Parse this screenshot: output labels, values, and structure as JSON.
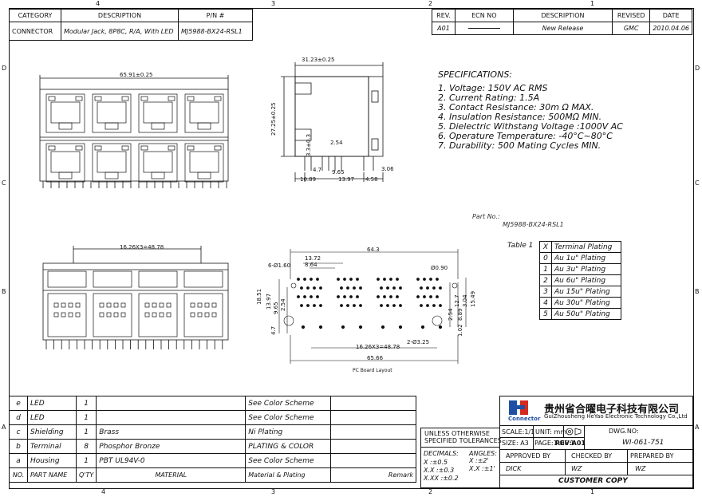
{
  "border_marks": {
    "top": [
      "4",
      "3",
      "2",
      "1"
    ],
    "bottom": [
      "4",
      "3",
      "2",
      "1"
    ],
    "left": [
      "D",
      "C",
      "B",
      "A"
    ],
    "right": [
      "D",
      "C",
      "B",
      "A"
    ]
  },
  "header": {
    "col_category": "CATEGORY",
    "col_description": "DESCRIPTION",
    "col_pn": "P/N #",
    "category": "CONNECTOR",
    "description": "Modular Jack, 8P8C, R/A, With LED",
    "pn": "MJ5988-BX24-RSL1"
  },
  "revision": {
    "headers": [
      "REV.",
      "ECN NO",
      "DESCRIPTION",
      "REVISED",
      "DATE"
    ],
    "row": [
      "A01",
      "",
      "New Release",
      "GMC",
      "2010.04.06"
    ]
  },
  "specs": {
    "title": "SPECIFICATIONS:",
    "items": [
      "1. Voltage: 150V AC RMS",
      "2. Current Rating: 1.5A",
      "3. Contact Resistance: 30m Ω MAX.",
      "4. Insulation Resistance: 500MΩ MIN.",
      "5. Dielectric Withstang Voltage :1000V AC",
      "6. Operature Temperature: -40°C~80°C",
      "7. Durability: 500 Mating Cycles MIN."
    ]
  },
  "part_no": {
    "label": "Part No.:",
    "value": "MJ5988-BX24-RSL1"
  },
  "plating_table": {
    "title": "Table 1",
    "headers": [
      "X",
      "Terminal Plating"
    ],
    "rows": [
      [
        "0",
        "Au 1u\" Plating"
      ],
      [
        "1",
        "Au 3u\" Plating"
      ],
      [
        "2",
        "Au 6u\" Plating"
      ],
      [
        "3",
        "Au 15u\" Plating"
      ],
      [
        "4",
        "Au 30u\" Plating"
      ],
      [
        "5",
        "Au 50u\" Plating"
      ]
    ]
  },
  "dims": {
    "front_width": "65.91±0.25",
    "front_pitch": "16.26X3=48.78",
    "side_width": "31.23±0.25",
    "side_height": "27.25±0.25",
    "side_3_3": "3.3±0.3",
    "side_2_54": "2.54",
    "side_4_7": "4.7",
    "side_9_65": "9.65",
    "side_3_06": "3.06",
    "side_10_89": "10.89",
    "side_13_97": "13.97",
    "side_4_58": "4.58",
    "pcb_64_3": "64.3",
    "pcb_13_72": "13.72",
    "pcb_8_64": "8.64",
    "pcb_6_hole": "6-Ø1.60",
    "pcb_0_90": "Ø0.90",
    "pcb_18_51": "18.51",
    "pcb_13_97": "13.97",
    "pcb_9_65": "9.65",
    "pcb_2_54": "2.54",
    "pcb_4_7": "4.7",
    "pcb_12_7": "12.7",
    "pcb_3_04": "3.04",
    "pcb_15_49": "15.49",
    "pcb_8_89": "8.89",
    "pcb_2_54b": "2.54",
    "pcb_1_02": "1.02",
    "pcb_2_hole": "2-Ø3.25",
    "pcb_pitch": "16.26X3=48.78",
    "pcb_65_66": "65.66",
    "pcb_caption": "PC Board Layout"
  },
  "bom": {
    "rows": [
      [
        "e",
        "LED",
        "1",
        "",
        "See Color Scheme"
      ],
      [
        "d",
        "LED",
        "1",
        "",
        "See Color Scheme"
      ],
      [
        "c",
        "Shielding",
        "1",
        "Brass",
        "Ni Plating"
      ],
      [
        "b",
        "Terminal",
        "8",
        "Phosphor Bronze",
        "PLATING & COLOR"
      ],
      [
        "a",
        "Housing",
        "1",
        "PBT UL94V-0",
        "See Color Scheme"
      ]
    ],
    "headers": [
      "NO.",
      "PART NAME",
      "Q'TY",
      "MATERIAL",
      "Material & Plating",
      "Remark"
    ]
  },
  "tolerance": {
    "title1": "UNLESS OTHERWISE",
    "title2": "SPECIFIED TOLERANCES",
    "dec_label": "DECIMALS:",
    "dec1": "X      :±0.5",
    "dec2": "X.X    :±0.3",
    "dec3": "X.XX  :±0.2",
    "ang_label": "ANGLES:",
    "ang1": "X   :±2'",
    "ang2": "X.X :±1'"
  },
  "company": {
    "logo_text": "Connector",
    "name_cn": "贵州省合曜电子科技有限公司",
    "name_en": "GuiZhousheng HeYao Electronic Technology Co.,Ltd"
  },
  "title_block": {
    "scale": "SCALE:1/1",
    "unit": "UNIT: mm",
    "dwg_label": "DWG.NO:",
    "size": "SIZE: A3",
    "page": "PAGE:1 OF 1",
    "rev": "REV:A01",
    "dwg_no": "WI-061-751",
    "approved_by": "APPROVED BY",
    "checked_by": "CHECKED BY",
    "prepared_by": "PREPARED BY",
    "approver": "DICK",
    "checker": "WZ",
    "preparer": "WZ",
    "customer_copy": "CUSTOMER COPY"
  }
}
